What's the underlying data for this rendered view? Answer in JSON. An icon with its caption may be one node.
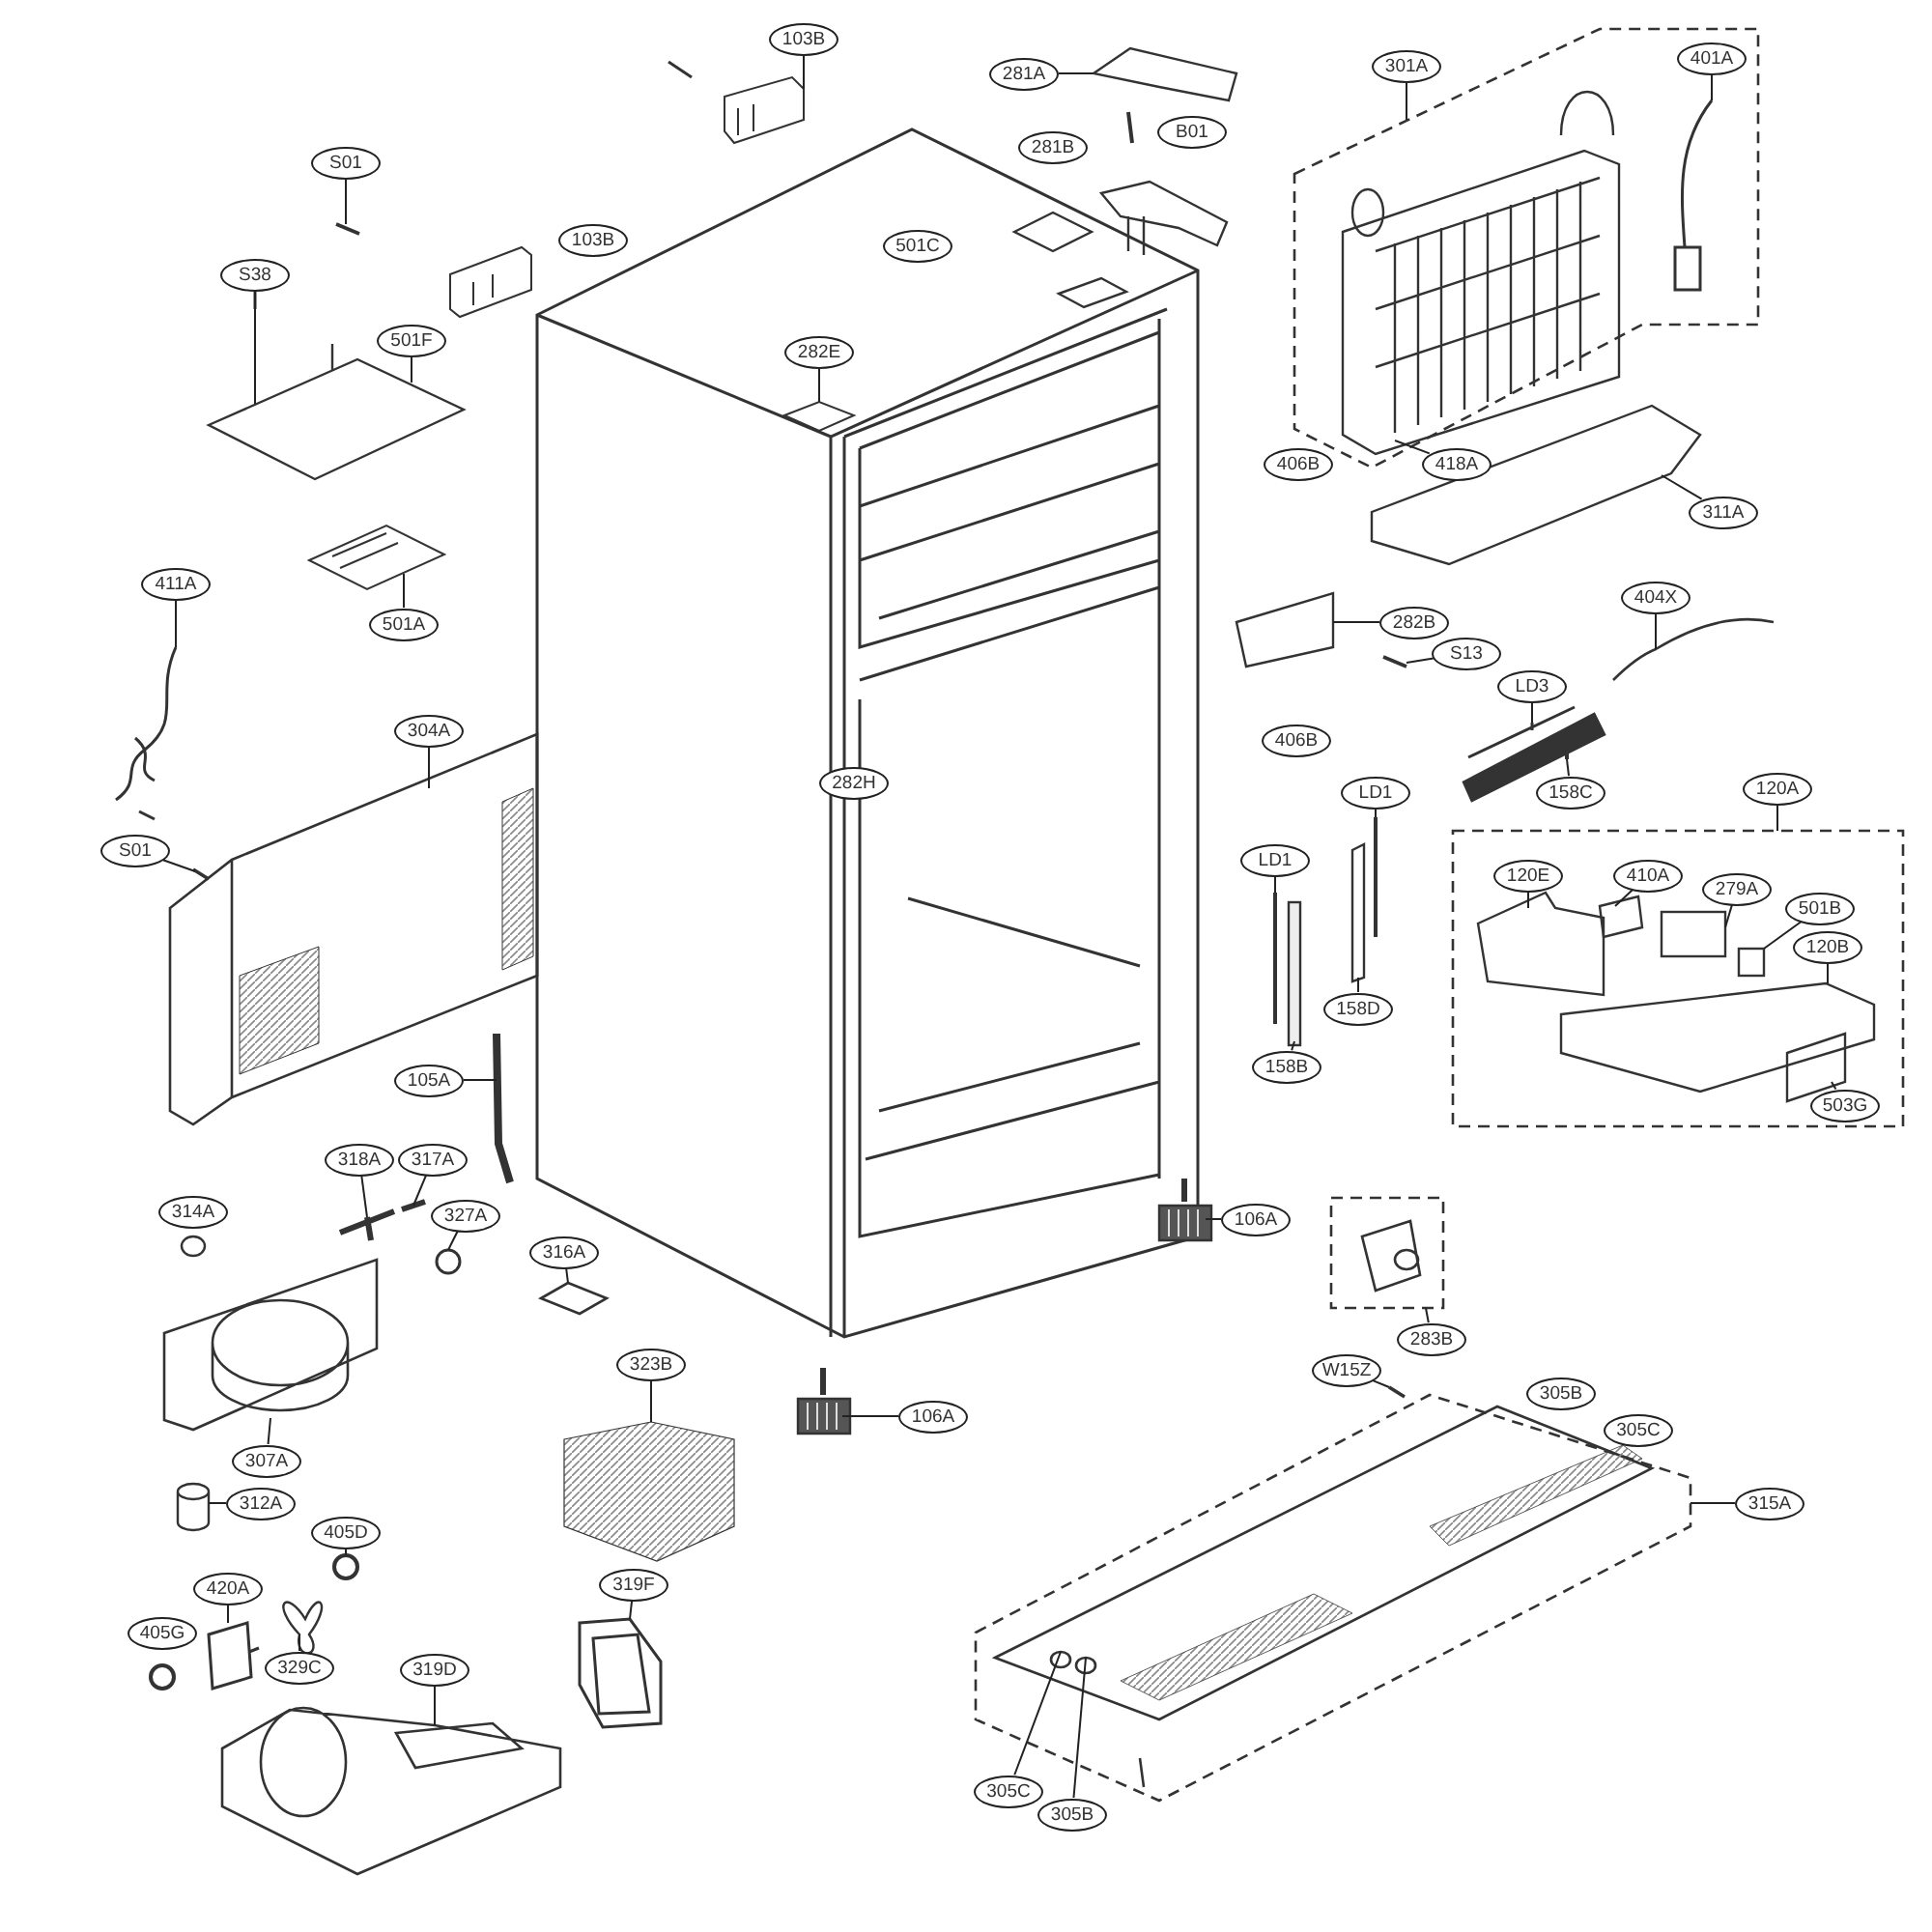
{
  "diagram": {
    "nodes": [
      {
        "text": [
          "103B"
        ]
      },
      {
        "text": [
          "401A"
        ]
      },
      {
        "text": [
          "301A"
        ]
      },
      {
        "text": [
          "281A"
        ]
      },
      {
        "text": [
          "B01"
        ]
      },
      {
        "text": [
          "281B"
        ]
      },
      {
        "text": [
          "S01"
        ]
      },
      {
        "text": [
          "103B"
        ]
      },
      {
        "text": [
          "501C"
        ]
      },
      {
        "text": [
          "S38"
        ]
      },
      {
        "text": [
          "501F"
        ]
      },
      {
        "text": [
          "282E"
        ]
      },
      {
        "text": [
          "406B"
        ]
      },
      {
        "text": [
          "418A"
        ]
      },
      {
        "text": [
          "311A"
        ]
      },
      {
        "text": [
          "411A"
        ]
      },
      {
        "text": [
          "404X"
        ]
      },
      {
        "text": [
          "282B"
        ]
      },
      {
        "text": [
          "501A"
        ]
      },
      {
        "text": [
          "S13"
        ]
      },
      {
        "text": [
          "LD3"
        ]
      },
      {
        "text": [
          "304A"
        ]
      },
      {
        "text": [
          "406B"
        ]
      },
      {
        "text": [
          "282H"
        ]
      },
      {
        "text": [
          "120A"
        ]
      },
      {
        "text": [
          "LD1"
        ]
      },
      {
        "text": [
          "158C"
        ]
      },
      {
        "text": [
          "S01"
        ]
      },
      {
        "text": [
          "LD1"
        ]
      },
      {
        "text": [
          "120E"
        ]
      },
      {
        "text": [
          "410A"
        ]
      },
      {
        "text": [
          "279A"
        ]
      },
      {
        "text": [
          "501B"
        ]
      },
      {
        "text": [
          "120B"
        ]
      },
      {
        "text": [
          "158D"
        ]
      },
      {
        "text": [
          "158B"
        ]
      },
      {
        "text": [
          "105A"
        ]
      },
      {
        "text": [
          "503G"
        ]
      },
      {
        "text": [
          "318A"
        ]
      },
      {
        "text": [
          "317A"
        ]
      },
      {
        "text": [
          "314A"
        ]
      },
      {
        "text": [
          "327A"
        ]
      },
      {
        "text": [
          "106A"
        ]
      },
      {
        "text": [
          "316A"
        ]
      },
      {
        "text": [
          "283B"
        ]
      },
      {
        "text": [
          "323B"
        ]
      },
      {
        "text": [
          "W15Z"
        ]
      },
      {
        "text": [
          "305B"
        ]
      },
      {
        "text": [
          "106A"
        ]
      },
      {
        "text": [
          "305C"
        ]
      },
      {
        "text": [
          "307A"
        ]
      },
      {
        "text": [
          "312A"
        ]
      },
      {
        "text": [
          "315A"
        ]
      },
      {
        "text": [
          "405D"
        ]
      },
      {
        "text": [
          "420A"
        ]
      },
      {
        "text": [
          "319F"
        ]
      },
      {
        "text": [
          "405G"
        ]
      },
      {
        "text": [
          "329C"
        ]
      },
      {
        "text": [
          "319D"
        ]
      },
      {
        "text": [
          "305C"
        ]
      },
      {
        "text": [
          "305B"
        ]
      },
      {
        "text": [],
        "shape": "picture"
      },
      {
        "text": [],
        "shape": "picture"
      },
      {
        "text": [],
        "shape": "picture"
      },
      {
        "text": [],
        "shape": "picture"
      },
      {
        "text": [],
        "shape": "picture"
      },
      {
        "text": [],
        "shape": "picture"
      },
      {
        "text": [],
        "shape": "picture"
      },
      {
        "text": [],
        "shape": "picture"
      },
      {
        "text": [],
        "shape": "picture"
      },
      {
        "text": [],
        "shape": "picture"
      },
      {
        "text": [],
        "shape": "picture"
      },
      {
        "text": [],
        "shape": "picture"
      },
      {
        "text": [],
        "shape": "picture"
      },
      {
        "text": [],
        "shape": "picture"
      },
      {
        "text": [],
        "shape": "picture"
      },
      {
        "text": [],
        "shape": "picture"
      },
      {
        "text": [],
        "shape": "picture"
      },
      {
        "text": [],
        "shape": "picture"
      },
      {
        "text": [],
        "shape": "picture"
      },
      {
        "text": [],
        "shape": "picture"
      },
      {
        "text": [],
        "shape": "picture"
      },
      {
        "text": [],
        "shape": "box"
      },
      {
        "text": [],
        "shape": "box"
      },
      {
        "text": [],
        "shape": "picture"
      },
      {
        "text": [],
        "shape": "picture"
      },
      {
        "text": [],
        "shape": "bar"
      },
      {
        "text": [],
        "shape": "picture"
      },
      {
        "text": [],
        "shape": "picture"
      },
      {
        "text": [],
        "shape": "picture"
      },
      {
        "text": [],
        "shape": "picture"
      },
      {
        "text": [],
        "shape": "picture"
      },
      {
        "text": [],
        "shape": "picture"
      },
      {
        "text": [],
        "shape": "picture"
      },
      {
        "text": [],
        "shape": "picture"
      },
      {
        "text": [],
        "shape": "picture"
      },
      {
        "text": [],
        "shape": "picture"
      },
      {
        "text": [],
        "shape": "picture"
      },
      {
        "text": [],
        "shape": "picture"
      },
      {
        "text": [],
        "shape": "picture"
      },
      {
        "text": [],
        "shape": "picture"
      },
      {
        "text": [],
        "shape": "picture"
      },
      {
        "text": [],
        "shape": "picture"
      },
      {
        "text": [],
        "shape": "picture"
      },
      {
        "text": [],
        "shape": "picture"
      },
      {
        "text": [],
        "shape": "picture"
      }
    ],
    "edges": [
      {
        "from": 0,
        "to": 61,
        "arrow": "none"
      },
      {
        "from": 1,
        "to": 62,
        "arrow": "none"
      },
      {
        "from": 2,
        "to": 67,
        "arrow": "none"
      },
      {
        "from": 3,
        "to": 63,
        "arrow": "none"
      },
      {
        "from": 6,
        "to": 64,
        "arrow": "none"
      },
      {
        "from": 9,
        "to": 65,
        "arrow": "none"
      },
      {
        "from": 10,
        "to": 65,
        "arrow": "none"
      },
      {
        "from": 11,
        "to": 66,
        "arrow": "none"
      },
      {
        "from": 13,
        "to": 67,
        "arrow": "none"
      },
      {
        "from": 14,
        "to": 68,
        "arrow": "none"
      },
      {
        "from": 15,
        "to": 69,
        "arrow": "none"
      },
      {
        "from": 16,
        "to": 70,
        "arrow": "none"
      },
      {
        "from": 17,
        "to": 71,
        "arrow": "none"
      },
      {
        "from": 18,
        "to": 72,
        "arrow": "none"
      },
      {
        "from": 19,
        "to": 73,
        "arrow": "none"
      },
      {
        "from": 20,
        "to": 74,
        "arrow": "none"
      },
      {
        "from": 21,
        "to": 75,
        "arrow": "none"
      },
      {
        "from": 24,
        "to": null,
        "arrow": "none"
      },
      {
        "from": 25,
        "to": 76,
        "arrow": "none"
      },
      {
        "from": 26,
        "to": 77,
        "arrow": "none"
      },
      {
        "from": 27,
        "to": 78,
        "arrow": "none"
      },
      {
        "from": 28,
        "to": 79,
        "arrow": "none"
      },
      {
        "from": 29,
        "to": 80,
        "arrow": "none"
      },
      {
        "from": 30,
        "to": 81,
        "arrow": "none"
      },
      {
        "from": 31,
        "to": 82,
        "arrow": "none"
      },
      {
        "from": 32,
        "to": 83,
        "arrow": "none"
      },
      {
        "from": 33,
        "to": 84,
        "arrow": "none"
      },
      {
        "from": 34,
        "to": 85,
        "arrow": "none"
      },
      {
        "from": 35,
        "to": 86,
        "arrow": "none"
      },
      {
        "from": 36,
        "to": 87,
        "arrow": "none"
      },
      {
        "from": 37,
        "to": 88,
        "arrow": "none"
      },
      {
        "from": 38,
        "to": 89,
        "arrow": "none"
      },
      {
        "from": 39,
        "to": 90,
        "arrow": "none"
      },
      {
        "from": 41,
        "to": 91,
        "arrow": "none"
      },
      {
        "from": 42,
        "to": 92,
        "arrow": "none"
      },
      {
        "from": 43,
        "to": 93,
        "arrow": "none"
      },
      {
        "from": 44,
        "to": null,
        "arrow": "none"
      },
      {
        "from": 45,
        "to": 94,
        "arrow": "none"
      },
      {
        "from": 46,
        "to": 95,
        "arrow": "none"
      },
      {
        "from": 48,
        "to": 96,
        "arrow": "none"
      },
      {
        "from": 50,
        "to": 97,
        "arrow": "none"
      },
      {
        "from": 51,
        "to": 98,
        "arrow": "none"
      },
      {
        "from": 52,
        "to": null,
        "arrow": "none"
      },
      {
        "from": 53,
        "to": 99,
        "arrow": "none"
      },
      {
        "from": 54,
        "to": 100,
        "arrow": "none"
      },
      {
        "from": 55,
        "to": 101,
        "arrow": "none"
      },
      {
        "from": 57,
        "to": 102,
        "arrow": "none"
      },
      {
        "from": 58,
        "to": 103,
        "arrow": "none"
      },
      {
        "from": 59,
        "to": 104,
        "arrow": "none"
      },
      {
        "from": 60,
        "to": 105,
        "arrow": "none"
      }
    ]
  }
}
